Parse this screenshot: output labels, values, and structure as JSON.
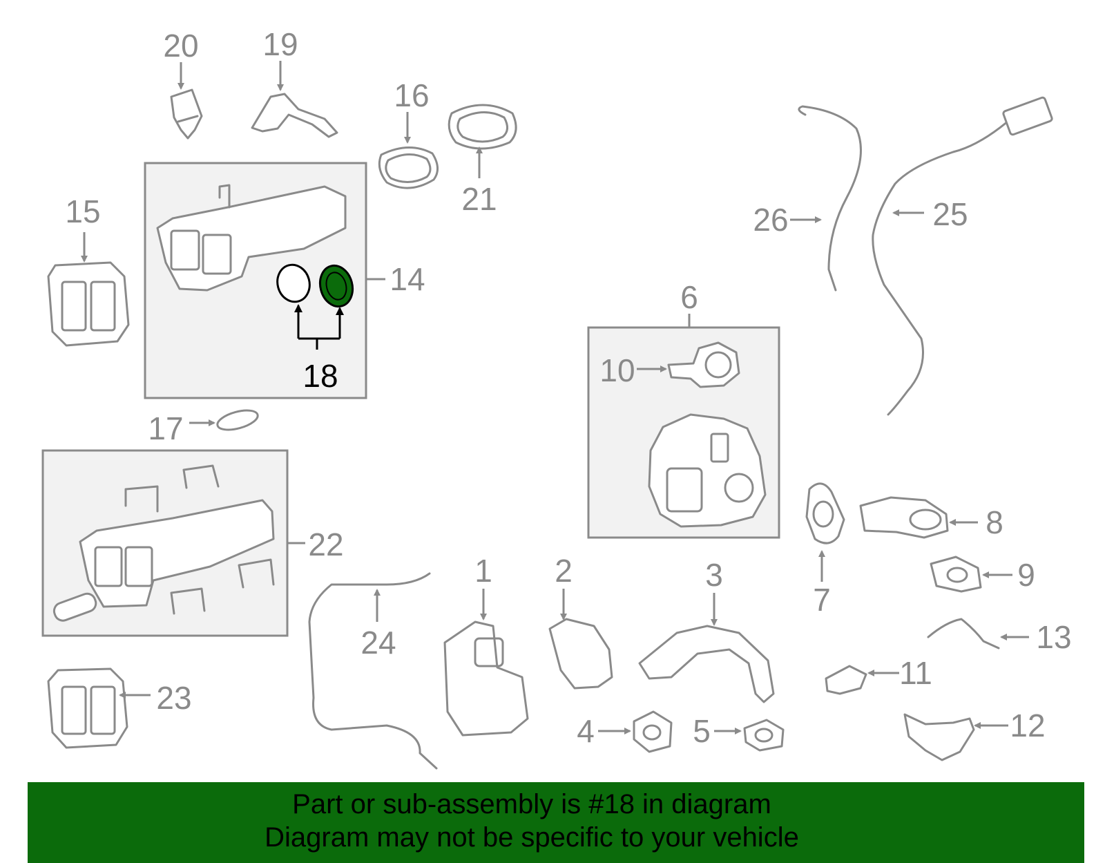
{
  "colors": {
    "line_art": "#8a8a8a",
    "highlight_part": "#0b6b0b",
    "banner_background": "#0b6b0b",
    "banner_text": "#000000",
    "subassembly_box": "#f2f2f2"
  },
  "callouts": [
    "1",
    "2",
    "3",
    "4",
    "5",
    "6",
    "7",
    "8",
    "9",
    "10",
    "11",
    "12",
    "13",
    "14",
    "15",
    "16",
    "17",
    "18",
    "19",
    "20",
    "21",
    "22",
    "23",
    "24",
    "25",
    "26"
  ],
  "highlighted_callout": "18",
  "banner": {
    "line1": "Part or sub-assembly is #18 in diagram",
    "line2": "Diagram may not be specific to your vehicle"
  }
}
